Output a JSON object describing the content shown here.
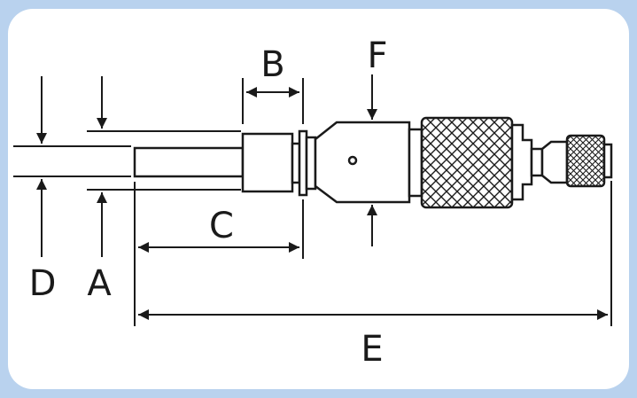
{
  "colors": {
    "frame": "#b9d2ee",
    "panel": "#ffffff",
    "ink": "#1a1a1a"
  },
  "diagram": {
    "subject": "micrometer head",
    "labels": {
      "a": "A",
      "b": "B",
      "c": "C",
      "d": "D",
      "e": "E",
      "f": "F"
    },
    "icons": [
      "knurled-thimble",
      "knurled-ratchet"
    ]
  }
}
